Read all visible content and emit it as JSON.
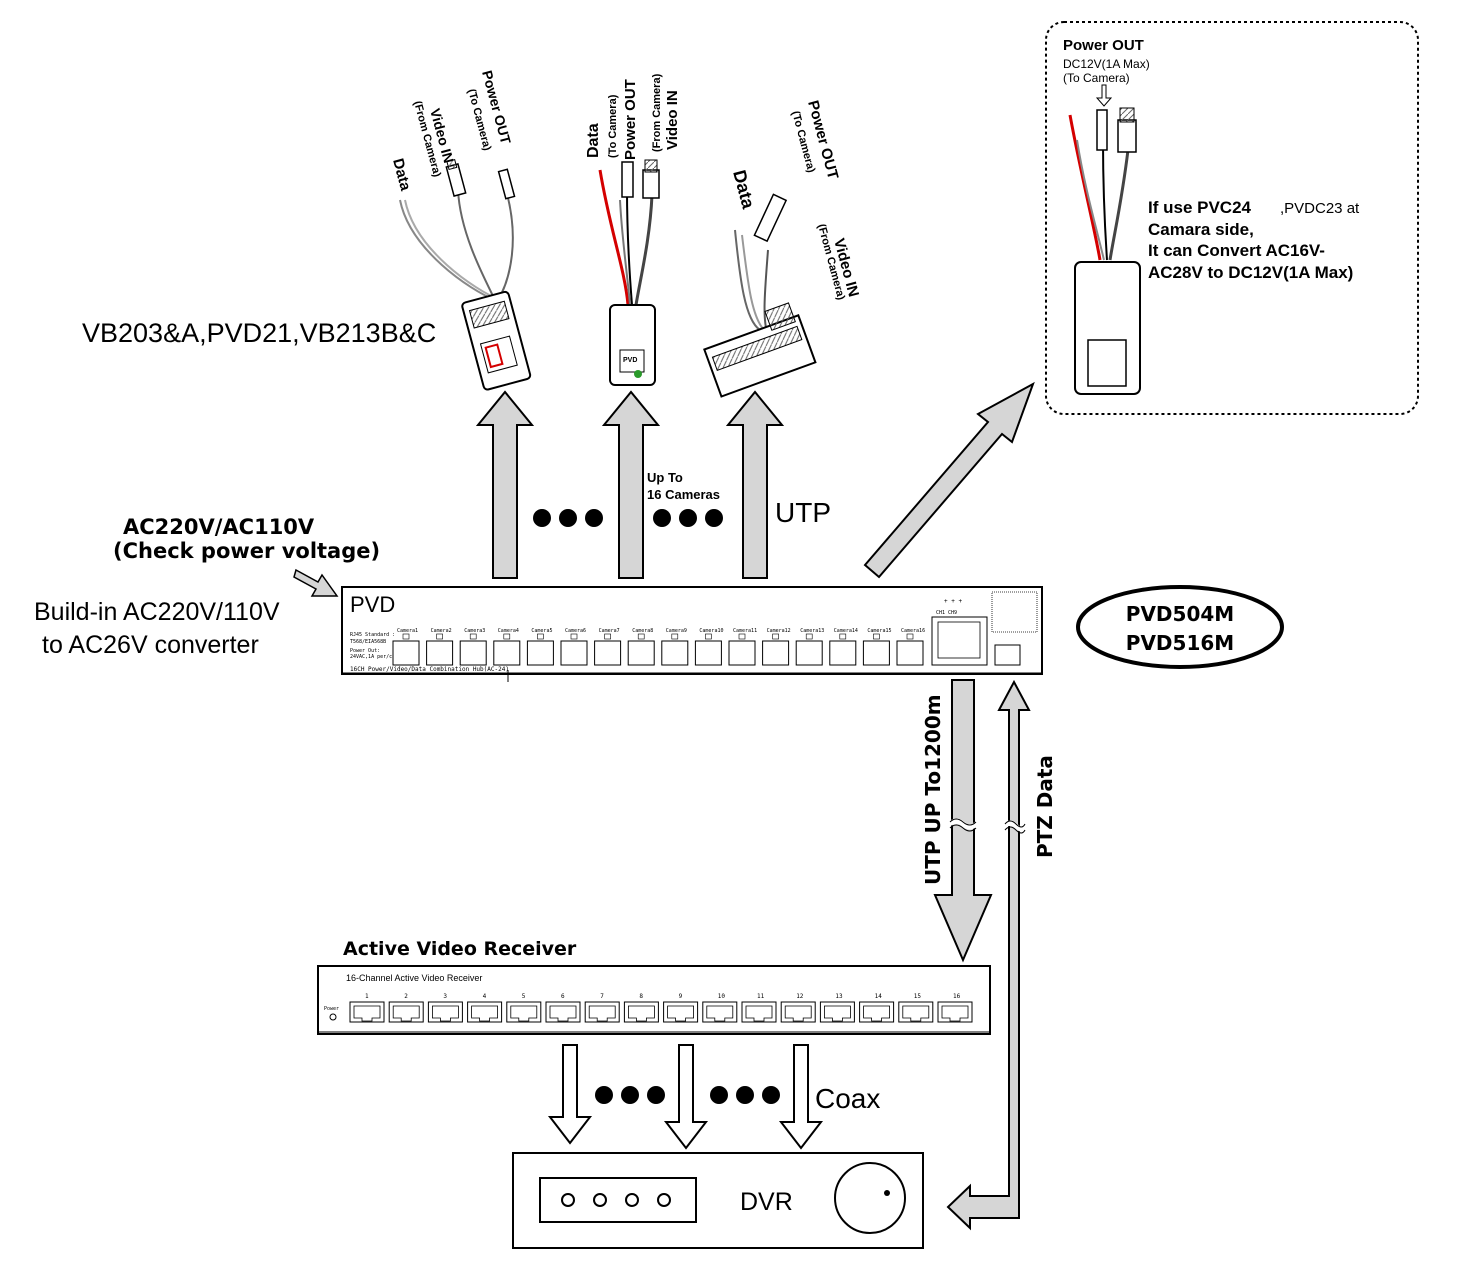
{
  "power_input": {
    "label_line1": "AC220V/AC110V",
    "label_line2": "(Check power voltage)"
  },
  "converter_note": {
    "line1": "Build-in AC220V/110V",
    "line2": "to AC26V converter"
  },
  "transmitter": {
    "brand": "PVD",
    "footer": "16CH Power/Video/Data Combination Hub(AC-24)",
    "models_line1": "PVD504M",
    "models_line2": "PVD516M",
    "port_labels": [
      "Camera1",
      "Camera2",
      "Camera3",
      "Camera4",
      "Camera5",
      "Camera6",
      "Camera7",
      "Camera8",
      "Camera9",
      "Camera10",
      "Camera11",
      "Camera12",
      "Camera13",
      "Camera14",
      "Camera15",
      "Camera16"
    ]
  },
  "camera_side": {
    "balun1_models": "VB203&A,PVD21,VB213B&C",
    "balun1_labels": {
      "data": "Data",
      "video_in": "Video IN",
      "video_in_sub": "(From Camera)",
      "power_out": "Power OUT",
      "power_out_sub": "(To Camera)"
    },
    "balun2_labels": {
      "data": "Data",
      "video_in": "Video IN",
      "video_in_sub": "(From Camera)",
      "power_out": "Power OUT",
      "power_out_sub": "(To Camera)"
    },
    "balun3_labels": {
      "data": "Data",
      "video_in": "Video IN",
      "video_in_sub": "(From Camera)",
      "power_out": "Power OUT",
      "power_out_sub": "(To Camera)"
    },
    "cameras_note_line1": "Up To",
    "cameras_note_line2": "16 Cameras",
    "utp_label": "UTP"
  },
  "inset": {
    "title": "Power OUT",
    "sub_line1": "DC12V(1A Max)",
    "sub_line2": "(To Camera)",
    "note_line1_bold": "If use PVC24",
    "note_line1_rest": ",PVDC23 at",
    "note_line2": "Camara side,",
    "note_line3": "It can Convert AC16V-",
    "note_line4": "AC28V to DC12V(1A Max)"
  },
  "links": {
    "utp_long": "UTP UP To1200m",
    "ptz": "PTZ Data"
  },
  "receiver": {
    "title": "Active Video Receiver",
    "panel_label": "16-Channel Active Video Receiver",
    "channel_numbers": [
      "1",
      "2",
      "3",
      "4",
      "5",
      "6",
      "7",
      "8",
      "9",
      "10",
      "11",
      "12",
      "13",
      "14",
      "15",
      "16"
    ]
  },
  "dvr": {
    "label": "DVR",
    "coax_label": "Coax"
  },
  "colors": {
    "arrow_fill": "#d6d6d6",
    "stroke": "#000000",
    "wire_red": "#d40000"
  }
}
